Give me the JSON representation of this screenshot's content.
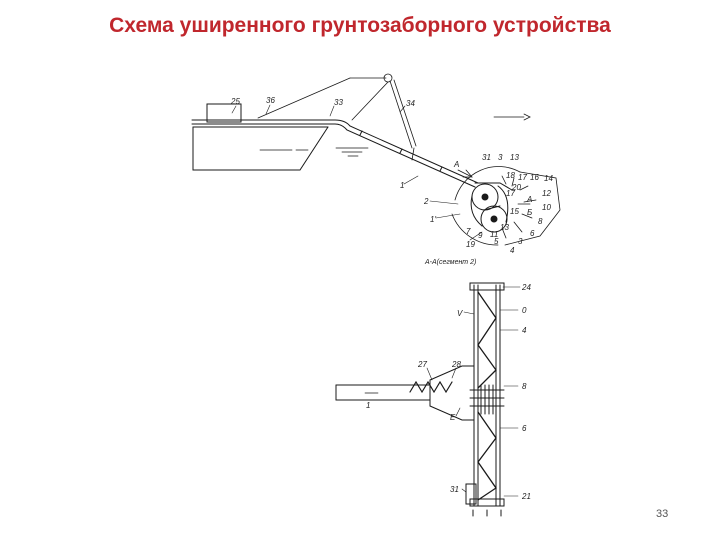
{
  "slide": {
    "title": "Схема уширенного грунтозаборного устройства",
    "page_number": "33",
    "title_color": "#c0272d"
  },
  "top_view": {
    "labels": {
      "l25": "25",
      "l36": "36",
      "l33": "33",
      "l34": "34",
      "lA1": "A",
      "l31": "31",
      "l3": "3",
      "l13": "13",
      "l1": "1",
      "l2": "2",
      "l1r": "1'",
      "l19": "19",
      "lA2": "A",
      "lB": "Б",
      "l4": "4"
    },
    "wheel_numbers": [
      "18",
      "17",
      "16",
      "14",
      "12",
      "10",
      "8",
      "6",
      "20",
      "17",
      "15",
      "13",
      "11",
      "9",
      "7",
      "5",
      "3"
    ],
    "caption": "A-A(сегмент 2)"
  },
  "bottom_view": {
    "labels": {
      "l24": "24",
      "lV": "V",
      "l0": "0",
      "l4b": "4",
      "l27": "27",
      "l28": "28",
      "l8": "8",
      "lE": "E",
      "l6": "6",
      "l1b": "1",
      "l31b": "31",
      "l21": "21"
    }
  }
}
